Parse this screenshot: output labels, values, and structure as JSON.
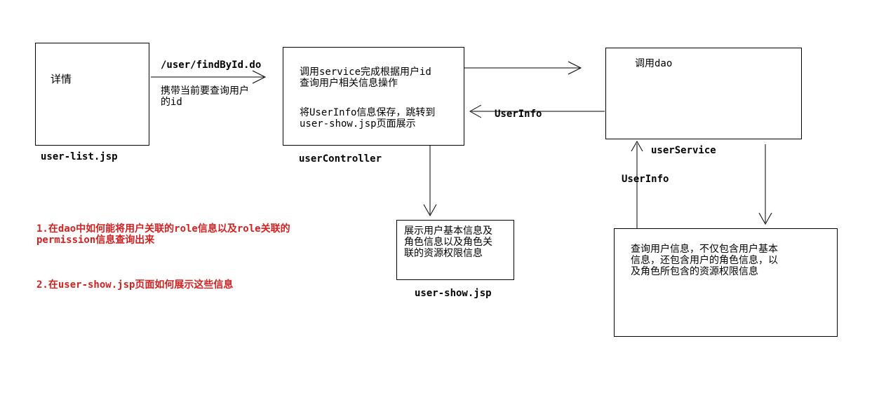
{
  "boxes": {
    "user_list": {
      "text": "详情",
      "caption": "user-list.jsp"
    },
    "controller": {
      "line1": "调用service完成根据用户id",
      "line2": "查询用户相关信息操作",
      "line3": "将UserInfo信息保存，跳转到",
      "line4": "user-show.jsp页面展示",
      "caption": "userController"
    },
    "service": {
      "text": "调用dao",
      "caption": "userService"
    },
    "user_show": {
      "line1": "展示用户基本信息及",
      "line2": "角色信息以及角色关",
      "line3": "联的资源权限信息",
      "caption": "user-show.jsp"
    },
    "dao": {
      "line1": "查询用户信息，不仅包含用户基本",
      "line2": "信息，还包含用户的角色信息，以",
      "line3": "及角色所包含的资源权限信息"
    }
  },
  "edges": {
    "request_url": "/user/findById.do",
    "request_note_1": "携带当前要查询用户",
    "request_note_2": "的id",
    "return_to_controller": "UserInfo",
    "return_from_dao": "UserInfo"
  },
  "notes": {
    "q1_line1": "1.在dao中如何能将用户关联的role信息以及role关联的",
    "q1_line2": "permission信息查询出来",
    "q2": "2.在user-show.jsp页面如何展示这些信息"
  },
  "colors": {
    "question_text": "#d42020",
    "lines": "#000000"
  }
}
